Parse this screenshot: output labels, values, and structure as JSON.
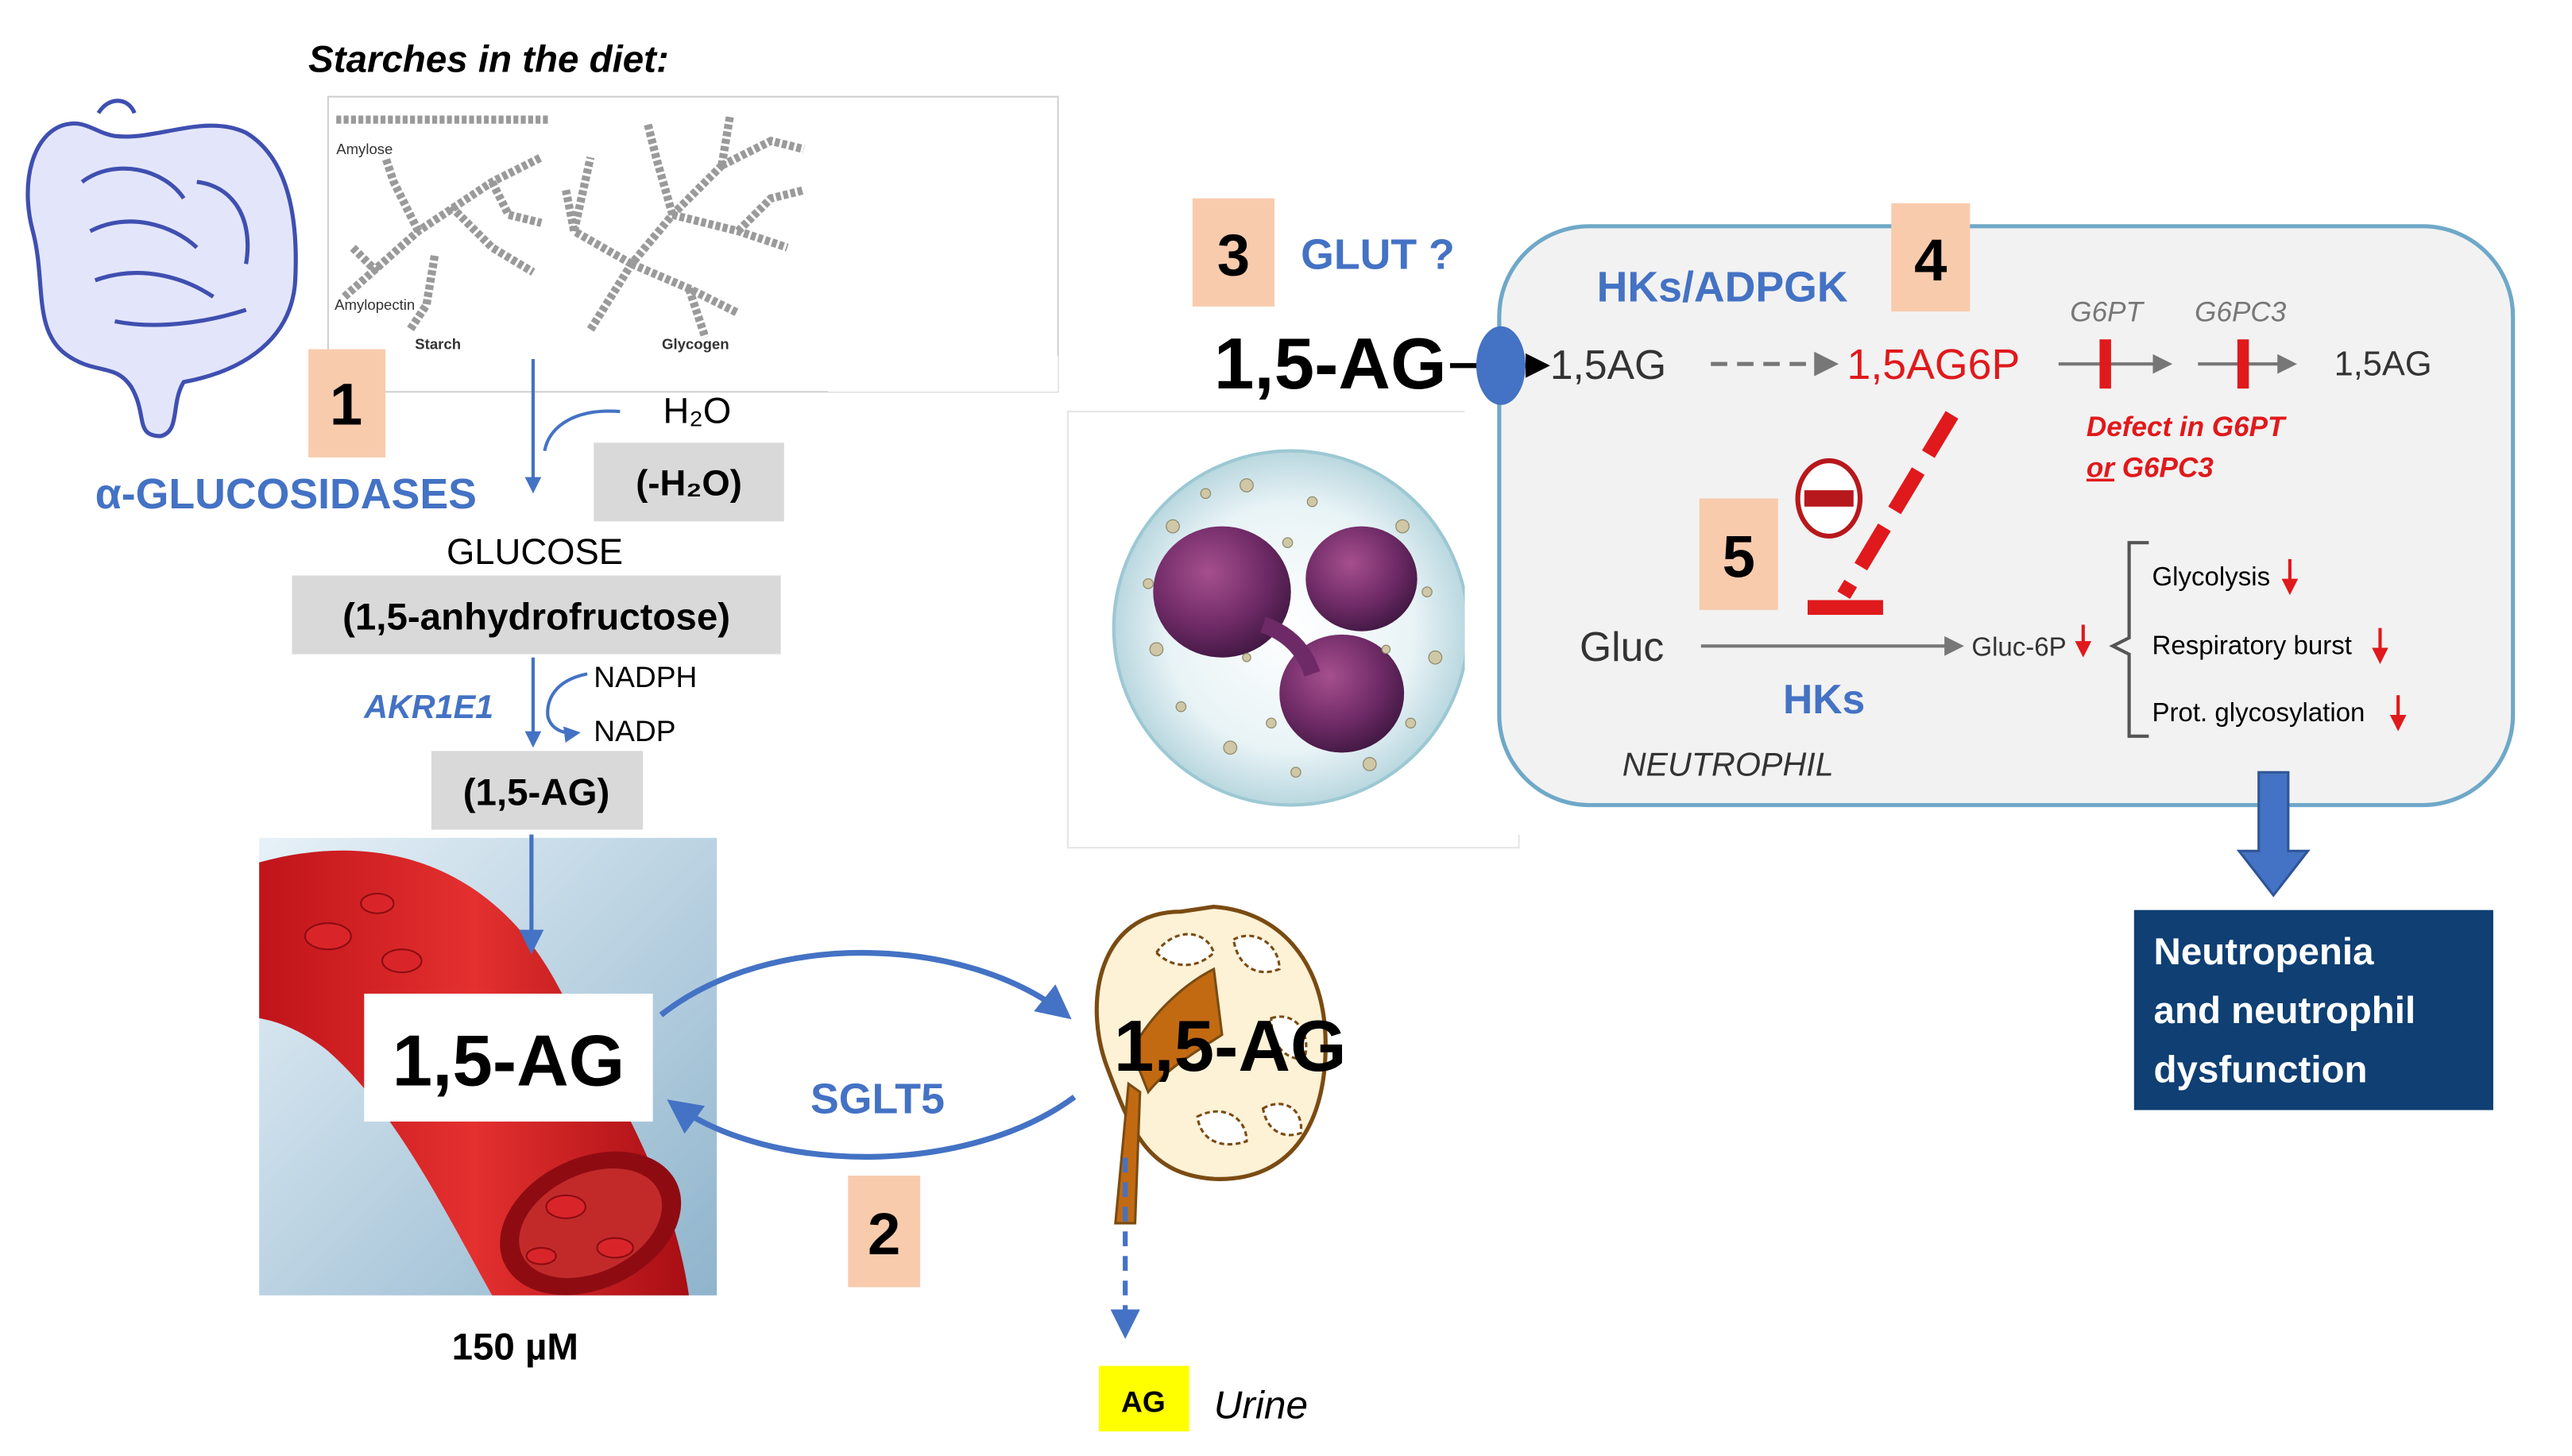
{
  "diet": {
    "title": "Starches in the diet:",
    "amylose": "Amylose",
    "amylopectin": "Amylopectin",
    "starch": "Starch",
    "glycogen": "Glycogen"
  },
  "steps": [
    "1",
    "2",
    "3",
    "4",
    "5"
  ],
  "pathway": {
    "h2o": "H₂O",
    "minus_h2o": "(-H₂O)",
    "alpha_glucosidases": "α-GLUCOSIDASES",
    "glucose": "GLUCOSE",
    "anhydrofructose": "(1,5-anhydrofructose)",
    "akr1e1": "AKR1E1",
    "nadph": "NADPH",
    "nadp": "NADP",
    "ag_paren": "(1,5-AG)"
  },
  "blood": {
    "label": "1,5-AG",
    "concentration": "150 µM"
  },
  "kidney": {
    "label": "1,5-AG",
    "sglt5": "SGLT5",
    "ag_badge": "AG",
    "urine": "Urine"
  },
  "neutrophil": {
    "glut": "GLUT ?",
    "ag_big": "1,5-AG",
    "hks_adpgk": "HKs/ADPGK",
    "ag_in": "1,5AG",
    "ag6p": "1,5AG6P",
    "g6pt": "G6PT",
    "g6pc3": "G6PC3",
    "ag_out": "1,5AG",
    "defect_line1": "Defect in G6PT",
    "defect_or": "or",
    "defect_line2": " G6PC3",
    "gluc": "Gluc",
    "hks": "HKs",
    "gluc6p": "Gluc-6P",
    "neutrophil_label": "NEUTROPHIL",
    "effects": [
      "Glycolysis",
      "Respiratory burst",
      "Prot. glycosylation"
    ]
  },
  "outcome": {
    "line1": "Neutropenia",
    "line2": "and neutrophil",
    "line3": "dysfunction"
  },
  "colors": {
    "blue": "#4472C4",
    "red": "#E0191C",
    "dark_red": "#B7181C",
    "salmon": "#F8CBAD",
    "gray_box": "#D9D9D9",
    "navy": "#0F3F73",
    "panel_border": "#6FA8C8",
    "yellow": "#FFFF00"
  }
}
